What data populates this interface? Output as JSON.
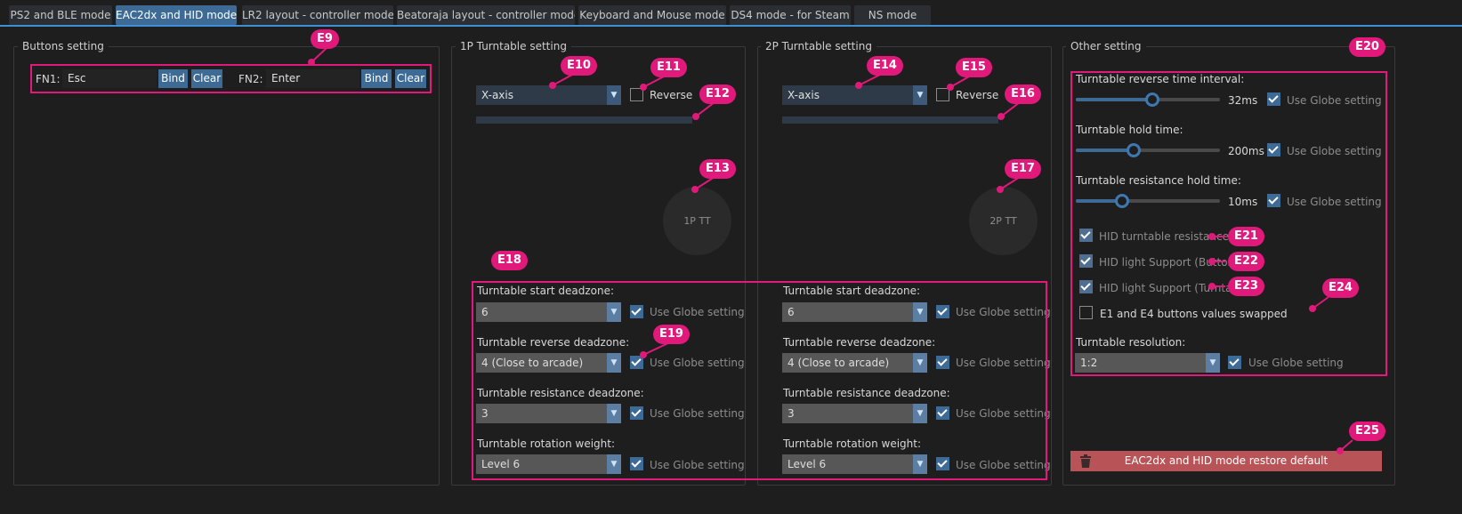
{
  "tabs": [
    {
      "label": "PS2 and BLE mode",
      "active": false
    },
    {
      "label": "EAC2dx and HID mode",
      "active": true
    },
    {
      "label": "LR2 layout - controller mode",
      "active": false
    },
    {
      "label": "Beatoraja layout - controller mode",
      "active": false
    },
    {
      "label": "Keyboard and Mouse mode",
      "active": false
    },
    {
      "label": "DS4 mode - for Steam",
      "active": false
    },
    {
      "label": "NS mode",
      "active": false
    }
  ],
  "buttons_setting": {
    "title": "Buttons setting",
    "fn1_label": "FN1:",
    "fn1_value": "Esc",
    "fn2_label": "FN2:",
    "fn2_value": "Enter",
    "bind_label": "Bind",
    "clear_label": "Clear"
  },
  "tt1": {
    "title": "1P Turntable setting",
    "axis": "X-axis",
    "reverse_label": "Reverse",
    "reverse_checked": false,
    "tt_label": "1P TT"
  },
  "tt2": {
    "title": "2P Turntable setting",
    "axis": "X-axis",
    "reverse_label": "Reverse",
    "reverse_checked": false,
    "tt_label": "2P TT"
  },
  "deadzones": {
    "globe_label": "Use Globe setting",
    "p1": [
      {
        "label": "Turntable start deadzone:",
        "value": "6"
      },
      {
        "label": "Turntable reverse deadzone:",
        "value": "4 (Close to arcade)"
      },
      {
        "label": "Turntable resistance deadzone:",
        "value": "3"
      },
      {
        "label": "Turntable rotation weight:",
        "value": "Level 6"
      }
    ],
    "p2": [
      {
        "label": "Turntable start deadzone:",
        "value": "6"
      },
      {
        "label": "Turntable reverse deadzone:",
        "value": "4 (Close to arcade)"
      },
      {
        "label": "Turntable resistance deadzone:",
        "value": "3"
      },
      {
        "label": "Turntable rotation weight:",
        "value": "Level 6"
      }
    ]
  },
  "other": {
    "title": "Other setting",
    "globe_label": "Use Globe setting",
    "sliders": [
      {
        "label": "Turntable reverse time interval:",
        "value": "32ms",
        "level": 0.53
      },
      {
        "label": "Turntable hold time:",
        "value": "200ms",
        "level": 0.4
      },
      {
        "label": "Turntable resistance hold time:",
        "value": "10ms",
        "level": 0.32
      }
    ],
    "hid_resistance": "HID turntable resistance",
    "hid_light_buttons": "HID light Support (Buttons)",
    "hid_light_turntable": "HID light Support (Turntable)",
    "e1e4_swap": "E1 and E4 buttons values swapped",
    "resolution_label": "Turntable resolution:",
    "resolution_value": "1:2",
    "restore_label": "EAC2dx and HID mode restore default"
  },
  "annotations": [
    "E9",
    "E10",
    "E11",
    "E12",
    "E13",
    "E14",
    "E15",
    "E16",
    "E17",
    "E18",
    "E19",
    "E20",
    "E21",
    "E22",
    "E23",
    "E24",
    "E25"
  ],
  "colors": {
    "accent": "#3d6b96",
    "annotation": "#e0197a",
    "restore": "#b85457"
  }
}
